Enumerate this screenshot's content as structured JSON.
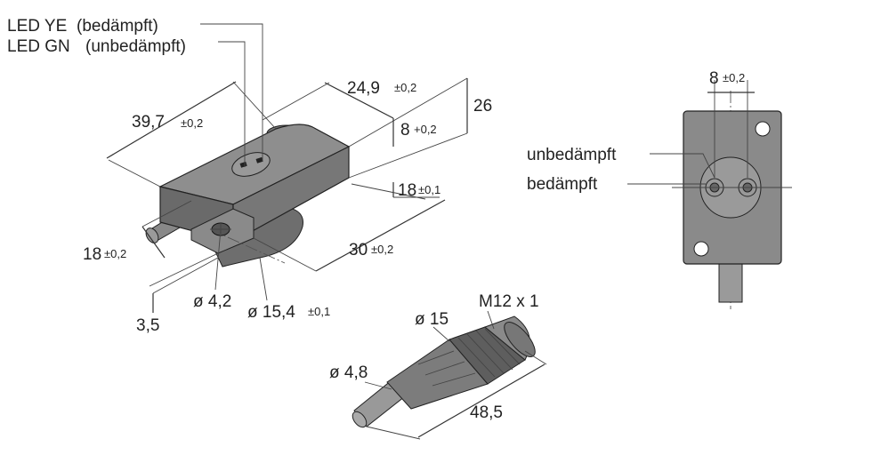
{
  "labels": {
    "led_ye": "LED YE",
    "led_ye_state": "(bedämpft)",
    "led_gn": "LED GN",
    "led_gn_state": "(unbedämpft)",
    "unbedaempft": "unbedämpft",
    "bedaempft": "bedämpft",
    "m12": "M12 x 1"
  },
  "dimensions": {
    "length": {
      "value": "39,7",
      "tol": "±0,2"
    },
    "width": {
      "value": "24,9",
      "tol": "±0,2"
    },
    "height": "26",
    "led_offset": {
      "value": "8",
      "tol": "+0,2"
    },
    "face_offset": {
      "value": "18",
      "tol": "±0,1"
    },
    "side": {
      "value": "18",
      "tol": "±0,2"
    },
    "depth": {
      "value": "30",
      "tol": "±0,2"
    },
    "hole_offset": "3,5",
    "hole_dia": "ø 4,2",
    "cable_dia": {
      "value": "ø 15,4",
      "tol": "±0,1"
    },
    "led_spacing": {
      "value": "8",
      "tol": "±0,2"
    },
    "conn_dia": "ø 15",
    "conn_cable_dia": "ø 4,8",
    "conn_length": "48,5"
  },
  "colors": {
    "housing": "#7a7a7a",
    "housing_top": "#8e8e8e",
    "front_view": "#8a8a8a"
  }
}
